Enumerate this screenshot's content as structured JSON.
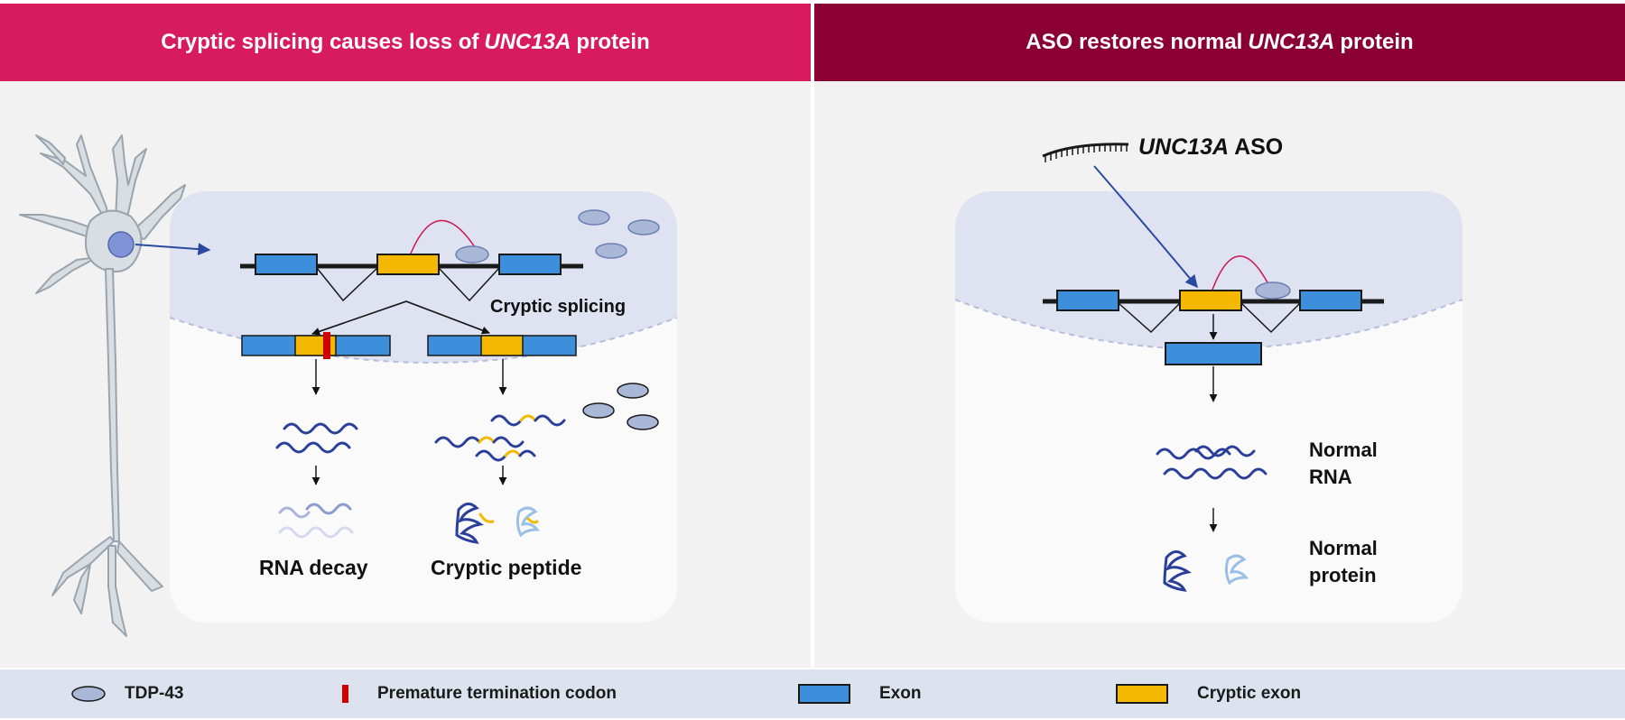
{
  "panels": {
    "left": {
      "title_pre": "Cryptic splicing causes loss of",
      "title_gene": "UNC13A",
      "title_post": "protein",
      "splicing_label": "Cryptic splicing",
      "outcome_left": "RNA decay",
      "outcome_right": "Cryptic peptide"
    },
    "right": {
      "title_pre": "ASO restores normal",
      "title_gene": "UNC13A",
      "title_post": "protein",
      "aso_gene": "UNC13A",
      "aso_label": "ASO",
      "rna_label_1": "Normal",
      "rna_label_2": "RNA",
      "protein_label_1": "Normal",
      "protein_label_2": "protein"
    }
  },
  "legend": [
    {
      "icon": "tdp43-ellipse",
      "label": "TDP-43"
    },
    {
      "icon": "red-bar",
      "label": "Premature termination codon"
    },
    {
      "icon": "blue-box",
      "label": "Exon"
    },
    {
      "icon": "yellow-box",
      "label": "Cryptic exon"
    }
  ],
  "colors": {
    "header_left": "#d81b5c",
    "header_right": "#8b0033",
    "exon": "#3d8fdc",
    "cryptic_exon": "#f5b800",
    "ptc": "#d10000",
    "tdp43": "#aab8d8",
    "nucleus": "#dfe2f1",
    "rna": "#2a3f9a"
  }
}
